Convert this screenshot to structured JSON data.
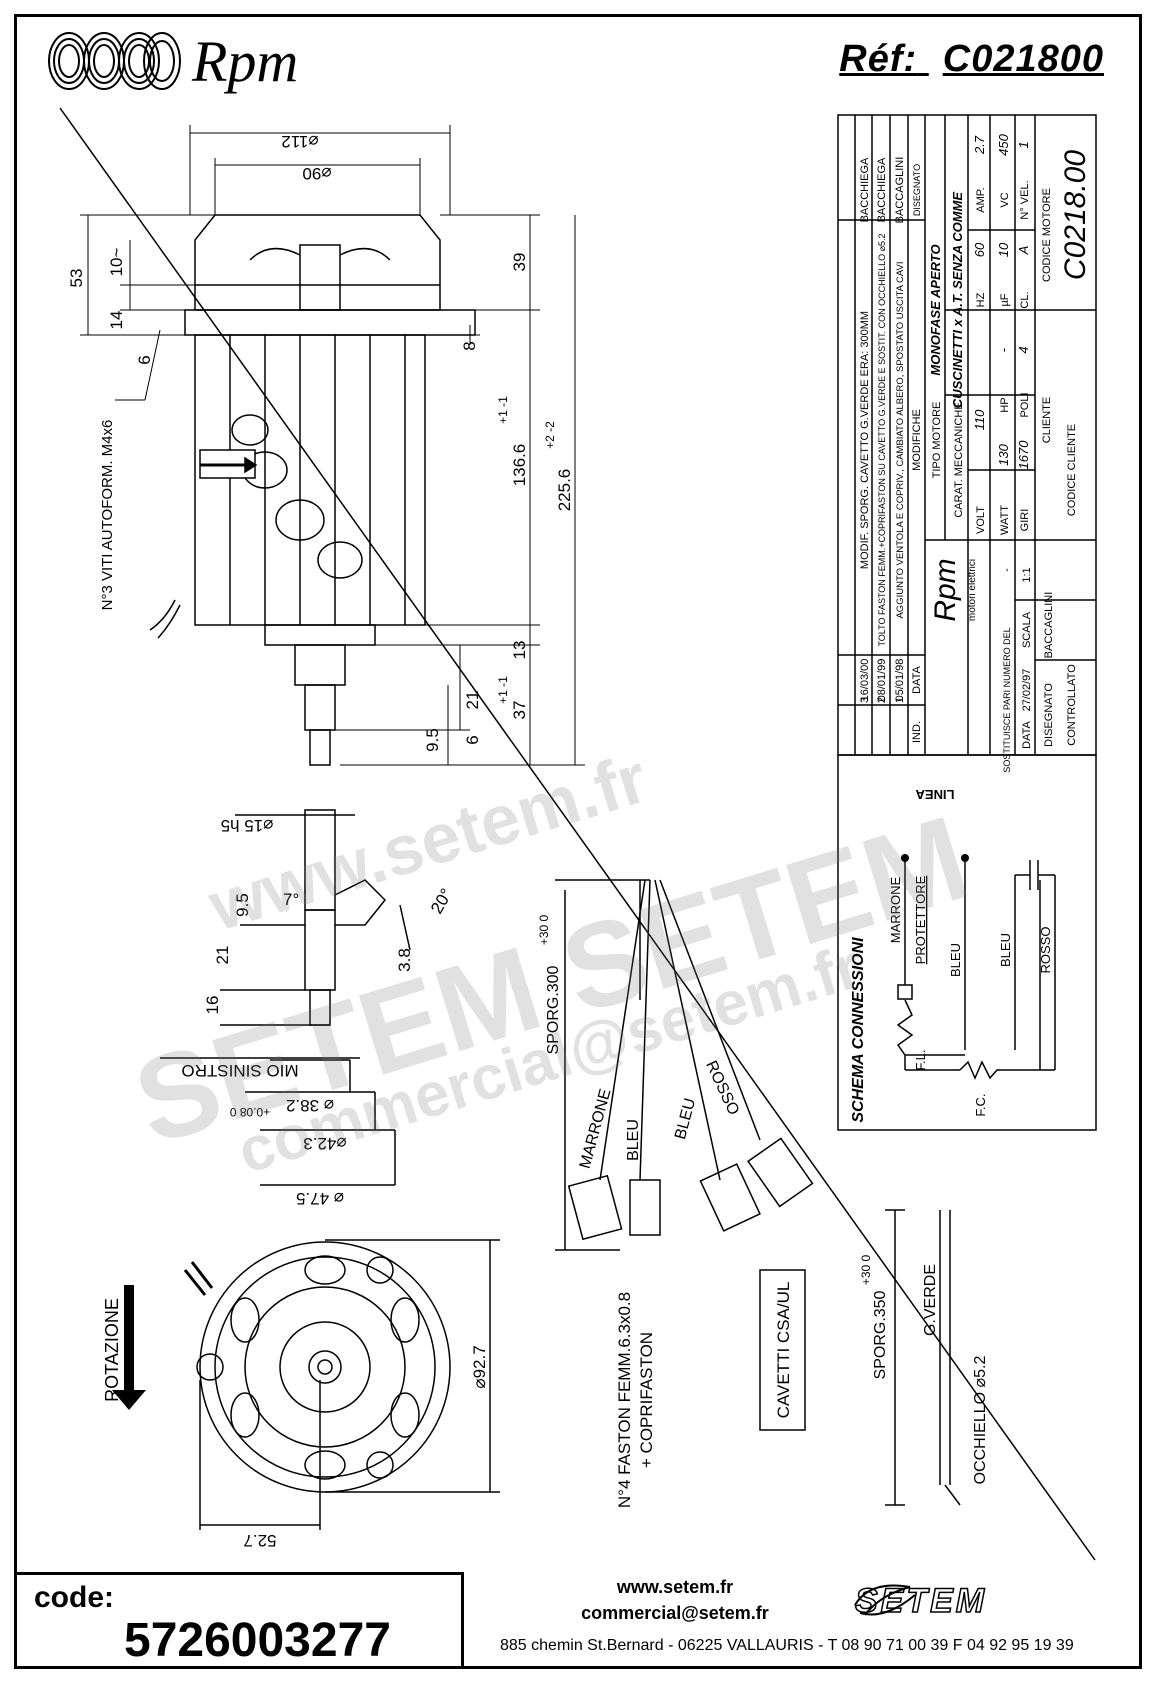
{
  "header": {
    "brand": "Rpm",
    "ref_label": "Réf:",
    "ref_value": "C021800"
  },
  "drawing": {
    "dim_112": "⌀112",
    "dim_90": "⌀90",
    "dim_53": "53",
    "dim_10": "10~",
    "dim_14": "14",
    "dim_6_top": "6",
    "dim_39": "39",
    "dim_8": "8",
    "dim_136": "136.6",
    "dim_136_tol": "+1 -1",
    "dim_225": "225.6",
    "dim_225_tol": "+2 -2",
    "dim_13": "13",
    "dim_37": "37",
    "dim_37_tol": "+1 -1",
    "dim_21": "21",
    "dim_9_5": "9.5",
    "dim_6_shaft": "6",
    "screws_note": "N°3 VITI AUTOFORM. M4x6",
    "dim_15h5": "⌀15 h5",
    "dim_9_5_b": "9.5",
    "angle_7": "7°",
    "angle_20": "20°",
    "dim_3_8": "3.8",
    "dim_21_b": "21",
    "dim_16": "16",
    "mio_sinistro": "MIO SINISTRO",
    "dim_38_2": "⌀ 38.2",
    "dim_38_2_tol": "+0.08 0",
    "dim_42_3": "⌀42.3",
    "dim_47_5": "⌀ 47.5",
    "sporg_300": "SPORG.300",
    "sporg_300_tol": "+30 0",
    "wire_marrone": "MARRONE",
    "wire_bleu": "BLEU",
    "wire_bleu2": "BLEU",
    "wire_rosso": "ROSSO",
    "faston_note": "N°4 FASTON FEMM.6.3x0.8",
    "faston_note2": "+ COPRIFASTON",
    "cavetti": "CAVETTI CSA/UL",
    "sporg_350": "SPORG.350",
    "sporg_350_tol": "+30 0",
    "g_verde": "G.VERDE",
    "occhiello": "OCCHIELLO ⌀5.2",
    "rotazione": "ROTAZIONE",
    "dim_92_7": "⌀92.7",
    "dim_52_7": "52.7"
  },
  "schema": {
    "title": "SCHEMA CONNESSIONI",
    "linea": "LINEA",
    "marrone": "MARRONE",
    "protettore": "PROTETTORE",
    "bleu": "BLEU",
    "bleu2": "BLEU",
    "rosso": "ROSSO",
    "fl": "F.L.",
    "fc": "F.C."
  },
  "title_block": {
    "modifications": [
      {
        "ind": "3",
        "date": "16/03/00",
        "text": "MODIF. SPORG. CAVETTO G.VERDE ERA: 300MM",
        "by": "BACCHIEGA"
      },
      {
        "ind": "2",
        "date": "08/01/99",
        "text": "TOLTO FASTON FEMM.+COPRIFASTON SU CAVETTO G.VERDE E SOSTIT. CON OCCHIELLO ⌀5.2",
        "by": "BACCHIEGA"
      },
      {
        "ind": "1",
        "date": "05/01/98",
        "text": "AGGIUNTO VENTOLA E COPRIV., CAMBIATO ALBERO, SPOSTATO USCITA CAVI",
        "by": "BACCAGLINI"
      }
    ],
    "col_ind": "IND.",
    "col_data": "DATA",
    "col_modifiche": "MODIFICHE",
    "col_disegnato": "DISEGNATO",
    "col_controllato": "CONTROLLATO",
    "tipo_motore_label": "TIPO MOTORE",
    "tipo_motore": "MONOFASE  APERTO",
    "carat_label": "CARAT. MECCANICHE",
    "carat": "CUSCINETTI x A.T.  SENZA COMME",
    "volt_label": "VOLT",
    "volt": "110",
    "hz_label": "HZ",
    "hz": "60",
    "amp_label": "AMP.",
    "amp": "2.7",
    "watt_label": "WATT",
    "watt": "130",
    "hp_label": "HP",
    "hp": "-",
    "uf_label": "µF",
    "uf": "10",
    "vc_label": "VC",
    "vc": "450",
    "giri_label": "GIRI",
    "giri": "1670",
    "poli_label": "POLI",
    "poli": "4",
    "cl_label": "CL.",
    "cl": "A",
    "nvel_label": "N° VEL.",
    "nvel": "1",
    "cliente_label": "CLIENTE",
    "codice_cliente_label": "CODICE CLIENTE",
    "codice_motore_label": "CODICE MOTORE",
    "codice_motore": "C0218.00",
    "company": "Rpm",
    "company_sub": "motori elettrici",
    "sostituisce_label": "SOSTITUISCE PARI NUMERO DEL",
    "sostituisce": "-",
    "data_label": "DATA",
    "data": "27/02/97",
    "scala_label": "SCALA",
    "scala": "1:1",
    "disegnato_label": "DISEGNATO",
    "disegnato": "BACCAGLINI",
    "controllato_label": "CONTROLLATO"
  },
  "footer": {
    "code_label": "code:",
    "code": "5726003277",
    "web": "www.setem.fr",
    "email": "commercial@setem.fr",
    "address": "885 chemin St.Bernard  -  06225 VALLAURIS  -  T 08 90 71 00 39   F 04 92 95 19 39",
    "setem_logo": "SETEM"
  },
  "watermarks": {
    "w1": "www.setem.fr",
    "w2": "SETEM  SETEM",
    "w3": "commercial@setem.fr"
  }
}
